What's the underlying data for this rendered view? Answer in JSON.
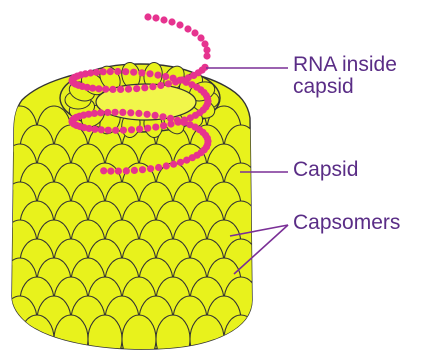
{
  "labels": {
    "rna": "RNA inside\ncapsid",
    "capsid": "Capsid",
    "capsomers": "Capsomers"
  },
  "colors": {
    "capsomer_fill": "#e8f21c",
    "capsomer_stroke": "#333333",
    "rna_beads": "#e6338f",
    "leader_lines": "#7a2f96",
    "label_text": "#5a2d86"
  },
  "icons": {
    "rna": "bead-chain",
    "capsid": "capsomer-cylinder"
  }
}
